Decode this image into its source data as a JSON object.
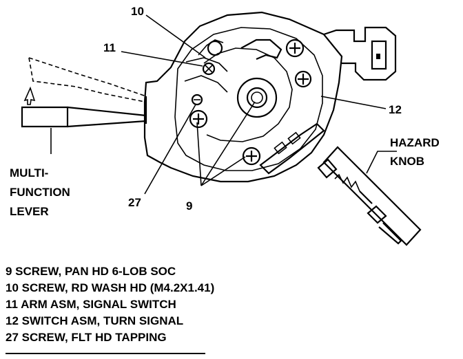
{
  "callouts": {
    "c10": "10",
    "c11": "11",
    "c12": "12",
    "c27": "27",
    "c9": "9"
  },
  "labels": {
    "hazard_knob": [
      "HAZARD",
      "KNOB"
    ],
    "multi_function_lever": [
      "MULTI-",
      "FUNCTION",
      "LEVER"
    ]
  },
  "legend": [
    "9 SCREW, PAN HD 6-LOB SOC",
    "10 SCREW, RD WASH HD (M4.2X1.41)",
    "11 ARM ASM, SIGNAL SWITCH",
    "12 SWITCH ASM, TURN SIGNAL",
    "27 SCREW, FLT HD TAPPING"
  ]
}
